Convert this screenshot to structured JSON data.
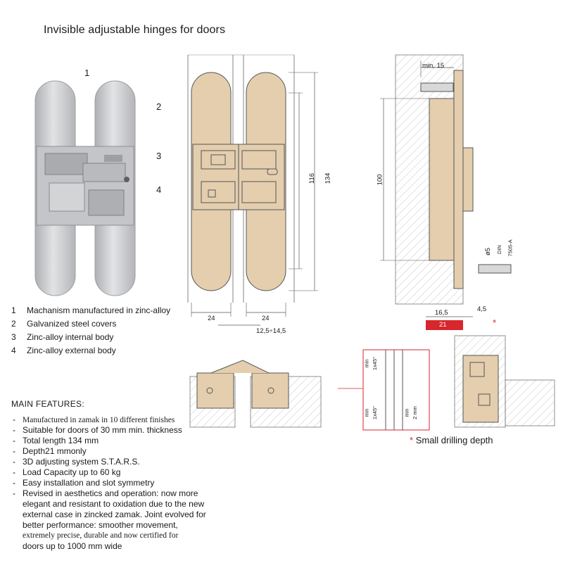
{
  "title": "Invisible adjustable hinges for doors",
  "part_numbers": [
    "1",
    "2",
    "3",
    "4"
  ],
  "legend": [
    {
      "num": "1",
      "text": "Machanism manufactured in zinc-alloy"
    },
    {
      "num": "2",
      "text": "Galvanized steel covers"
    },
    {
      "num": "3",
      "text": "Zinc-alloy internal body"
    },
    {
      "num": "4",
      "text": "Zinc-alloy external body"
    }
  ],
  "features_heading": "MAIN FEATURES:",
  "features": [
    {
      "dash": "-",
      "text": "Manufactured in zamak in 10 different finishes",
      "serif": true
    },
    {
      "dash": "-",
      "text": "Suitable for doors of 30 mm min. thickness",
      "serif": false
    },
    {
      "dash": "-",
      "text": "Total length 134 mm",
      "serif": false
    },
    {
      "dash": "-",
      "text": "Depth21 mmonly",
      "serif": false
    },
    {
      "dash": "-",
      "text": "3D adjusting system S.T.A.R.S.",
      "serif": false
    },
    {
      "dash": "-",
      "text": "Load Capacity up to 60 kg",
      "serif": false
    },
    {
      "dash": "-",
      "text": "Easy installation and slot symmetry",
      "serif": false
    },
    {
      "dash": "-",
      "text": "Revised in aesthetics and operation: now more",
      "serif": false
    }
  ],
  "features_continued": [
    {
      "text": "elegant and resistant to oxidation due to the new",
      "serif": false
    },
    {
      "text": "external case in zincked zamak. Joint evolved for",
      "serif": false
    },
    {
      "text": "better performance: smoother movement,",
      "serif": false
    },
    {
      "text": "extremely precise, durable and now certified for",
      "serif": true
    },
    {
      "text": "doors up to 1000 mm wide",
      "serif": false
    }
  ],
  "dimensions": {
    "d116": "116",
    "d134": "134",
    "d24a": "24",
    "d24b": "24",
    "gap": "12,5÷14,5",
    "min15": "min. 15",
    "d100": "100",
    "d165": "16,5",
    "d45": "4,5",
    "d21": "21",
    "phi5": "ø5",
    "din": "DIN",
    "din2": "7505-A",
    "min1": "min",
    "c1": "1x45°",
    "min2": "min",
    "c2": "1x45°",
    "min3": "min",
    "mm2": "2 mm"
  },
  "drilling_note": "Small drilling depth",
  "asterisk": "*",
  "colors": {
    "hinge": "#e4ceae",
    "accent": "#d7262c",
    "metal": "#c9cbce"
  }
}
